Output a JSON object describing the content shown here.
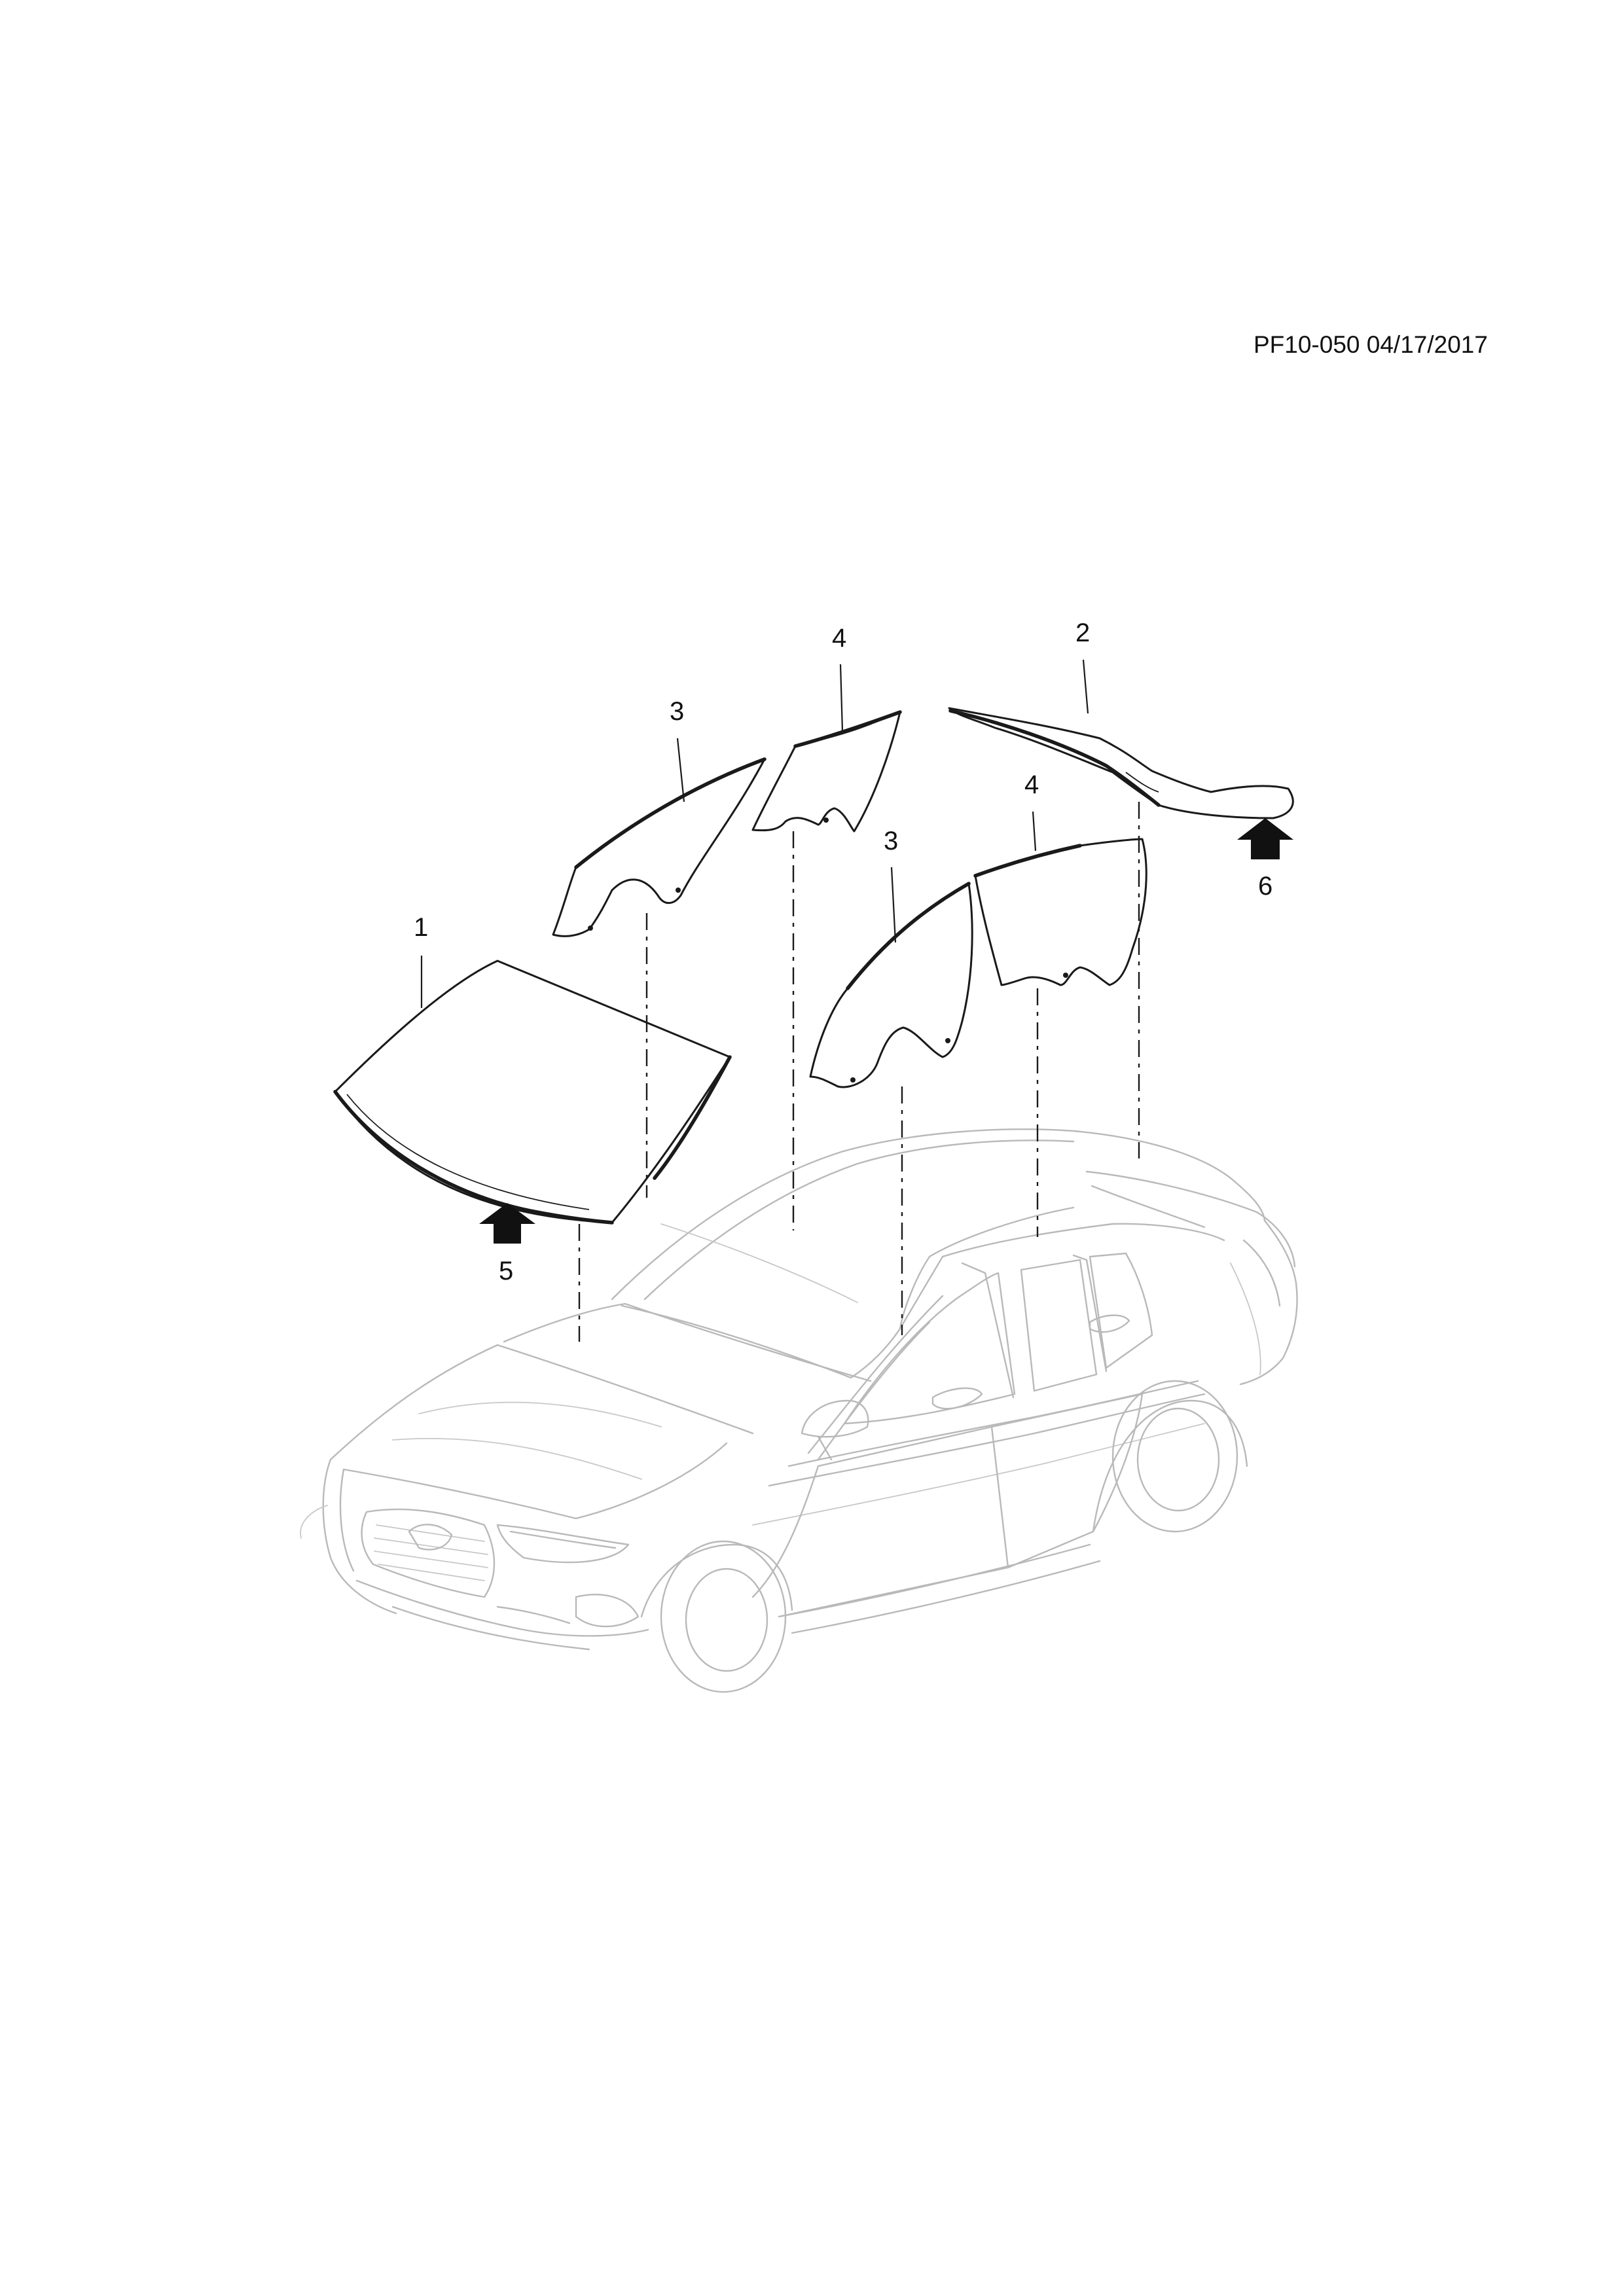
{
  "document": {
    "reference": "PF10-050 04/17/2017"
  },
  "callouts": {
    "windshield": "1",
    "rear_window": "2",
    "front_door_glass_left": "3",
    "rear_door_glass_left": "4",
    "front_door_glass_right": "3",
    "rear_door_glass_right": "4",
    "windshield_arrow": "5",
    "rear_window_arrow": "6"
  },
  "icons": {
    "view_direction": "view-direction-arrow-icon"
  },
  "colors": {
    "part_line": "#1a1a1a",
    "vehicle_line": "#b9b9b9",
    "background": "#ffffff"
  }
}
